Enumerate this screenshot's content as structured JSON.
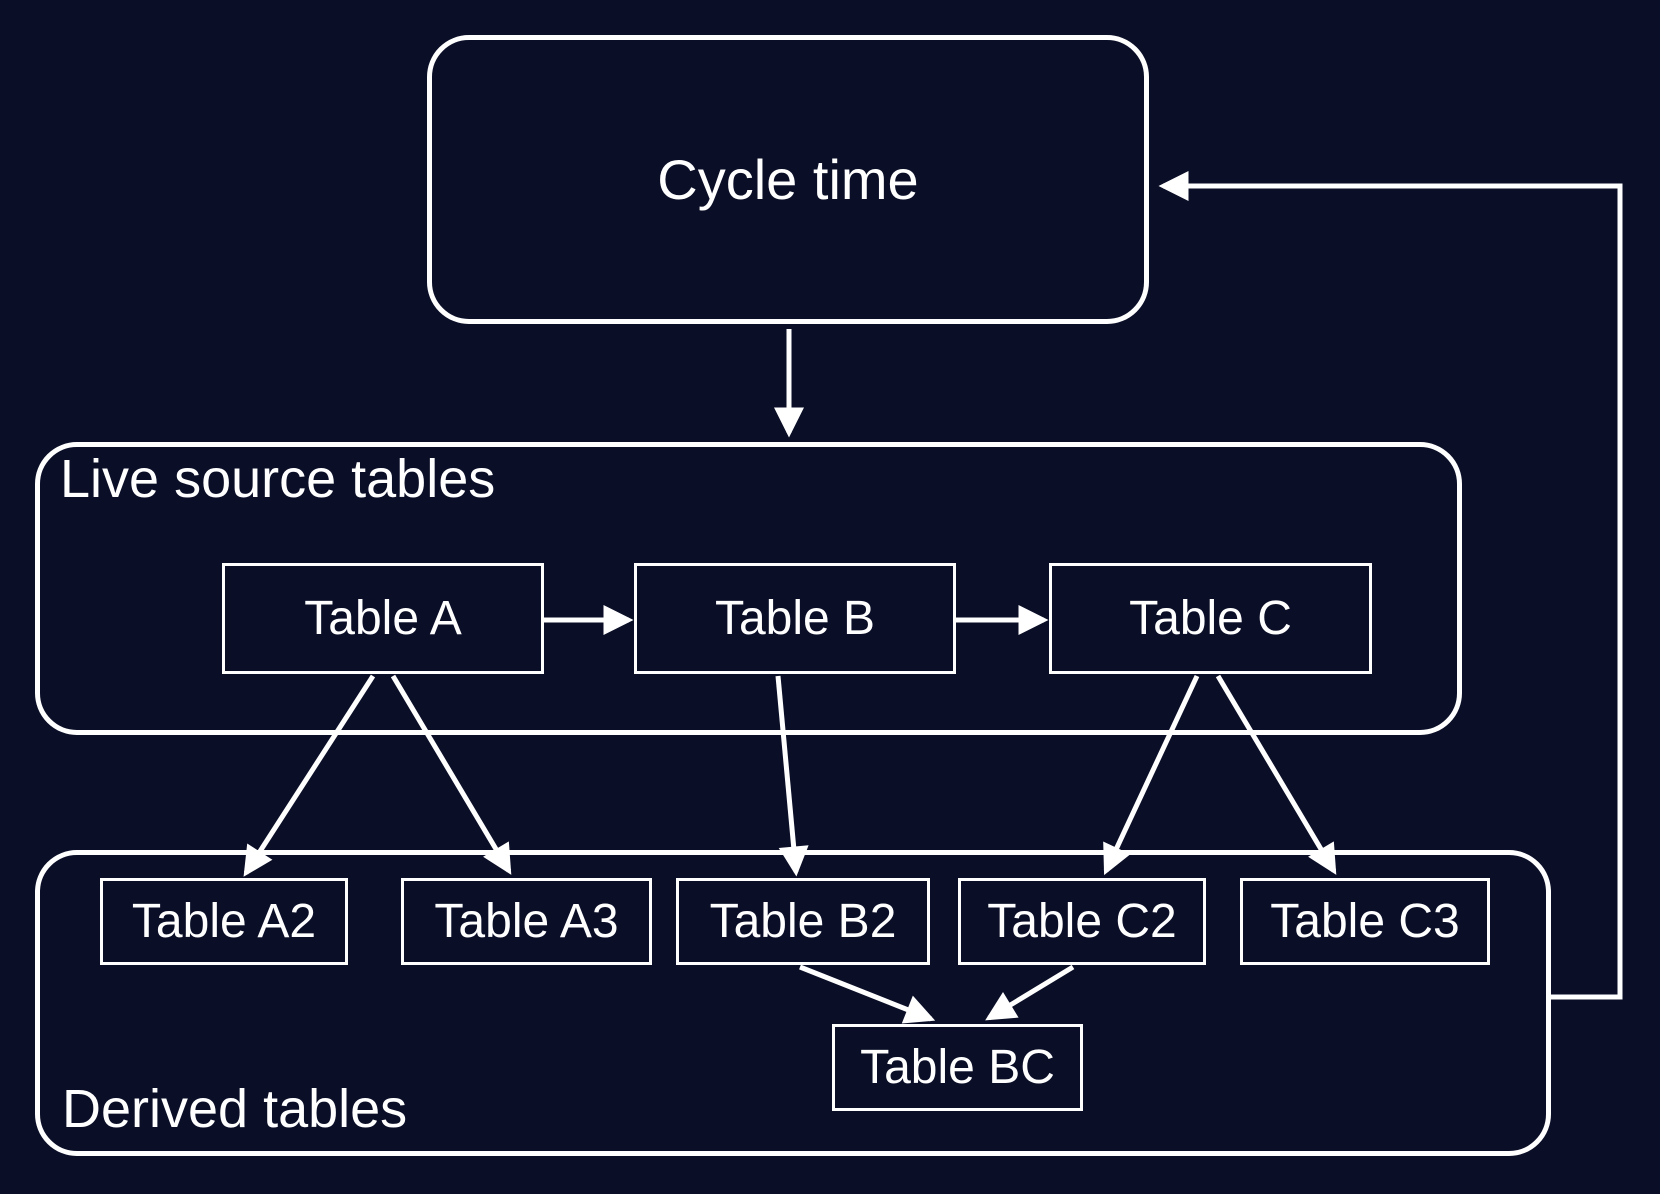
{
  "diagram": {
    "colors": {
      "background": "#0a0e27",
      "stroke": "#ffffff",
      "text": "#ffffff"
    },
    "cycle_node": {
      "label": "Cycle time"
    },
    "groups": [
      {
        "id": "live",
        "label": "Live source tables",
        "nodes": [
          {
            "id": "A",
            "label": "Table A"
          },
          {
            "id": "B",
            "label": "Table B"
          },
          {
            "id": "C",
            "label": "Table C"
          }
        ]
      },
      {
        "id": "derived",
        "label": "Derived tables",
        "nodes": [
          {
            "id": "A2",
            "label": "Table A2"
          },
          {
            "id": "A3",
            "label": "Table A3"
          },
          {
            "id": "B2",
            "label": "Table B2"
          },
          {
            "id": "C2",
            "label": "Table C2"
          },
          {
            "id": "C3",
            "label": "Table C3"
          },
          {
            "id": "BC",
            "label": "Table BC"
          }
        ]
      }
    ],
    "edges": [
      {
        "from": "Cycle time",
        "to": "Live source tables"
      },
      {
        "from": "Table A",
        "to": "Table B"
      },
      {
        "from": "Table B",
        "to": "Table C"
      },
      {
        "from": "Table A",
        "to": "Table A2"
      },
      {
        "from": "Table A",
        "to": "Table A3"
      },
      {
        "from": "Table B",
        "to": "Table B2"
      },
      {
        "from": "Table C",
        "to": "Table C2"
      },
      {
        "from": "Table C",
        "to": "Table C3"
      },
      {
        "from": "Table B2",
        "to": "Table BC"
      },
      {
        "from": "Table C2",
        "to": "Table BC"
      },
      {
        "from": "Derived tables",
        "to": "Cycle time"
      }
    ]
  }
}
